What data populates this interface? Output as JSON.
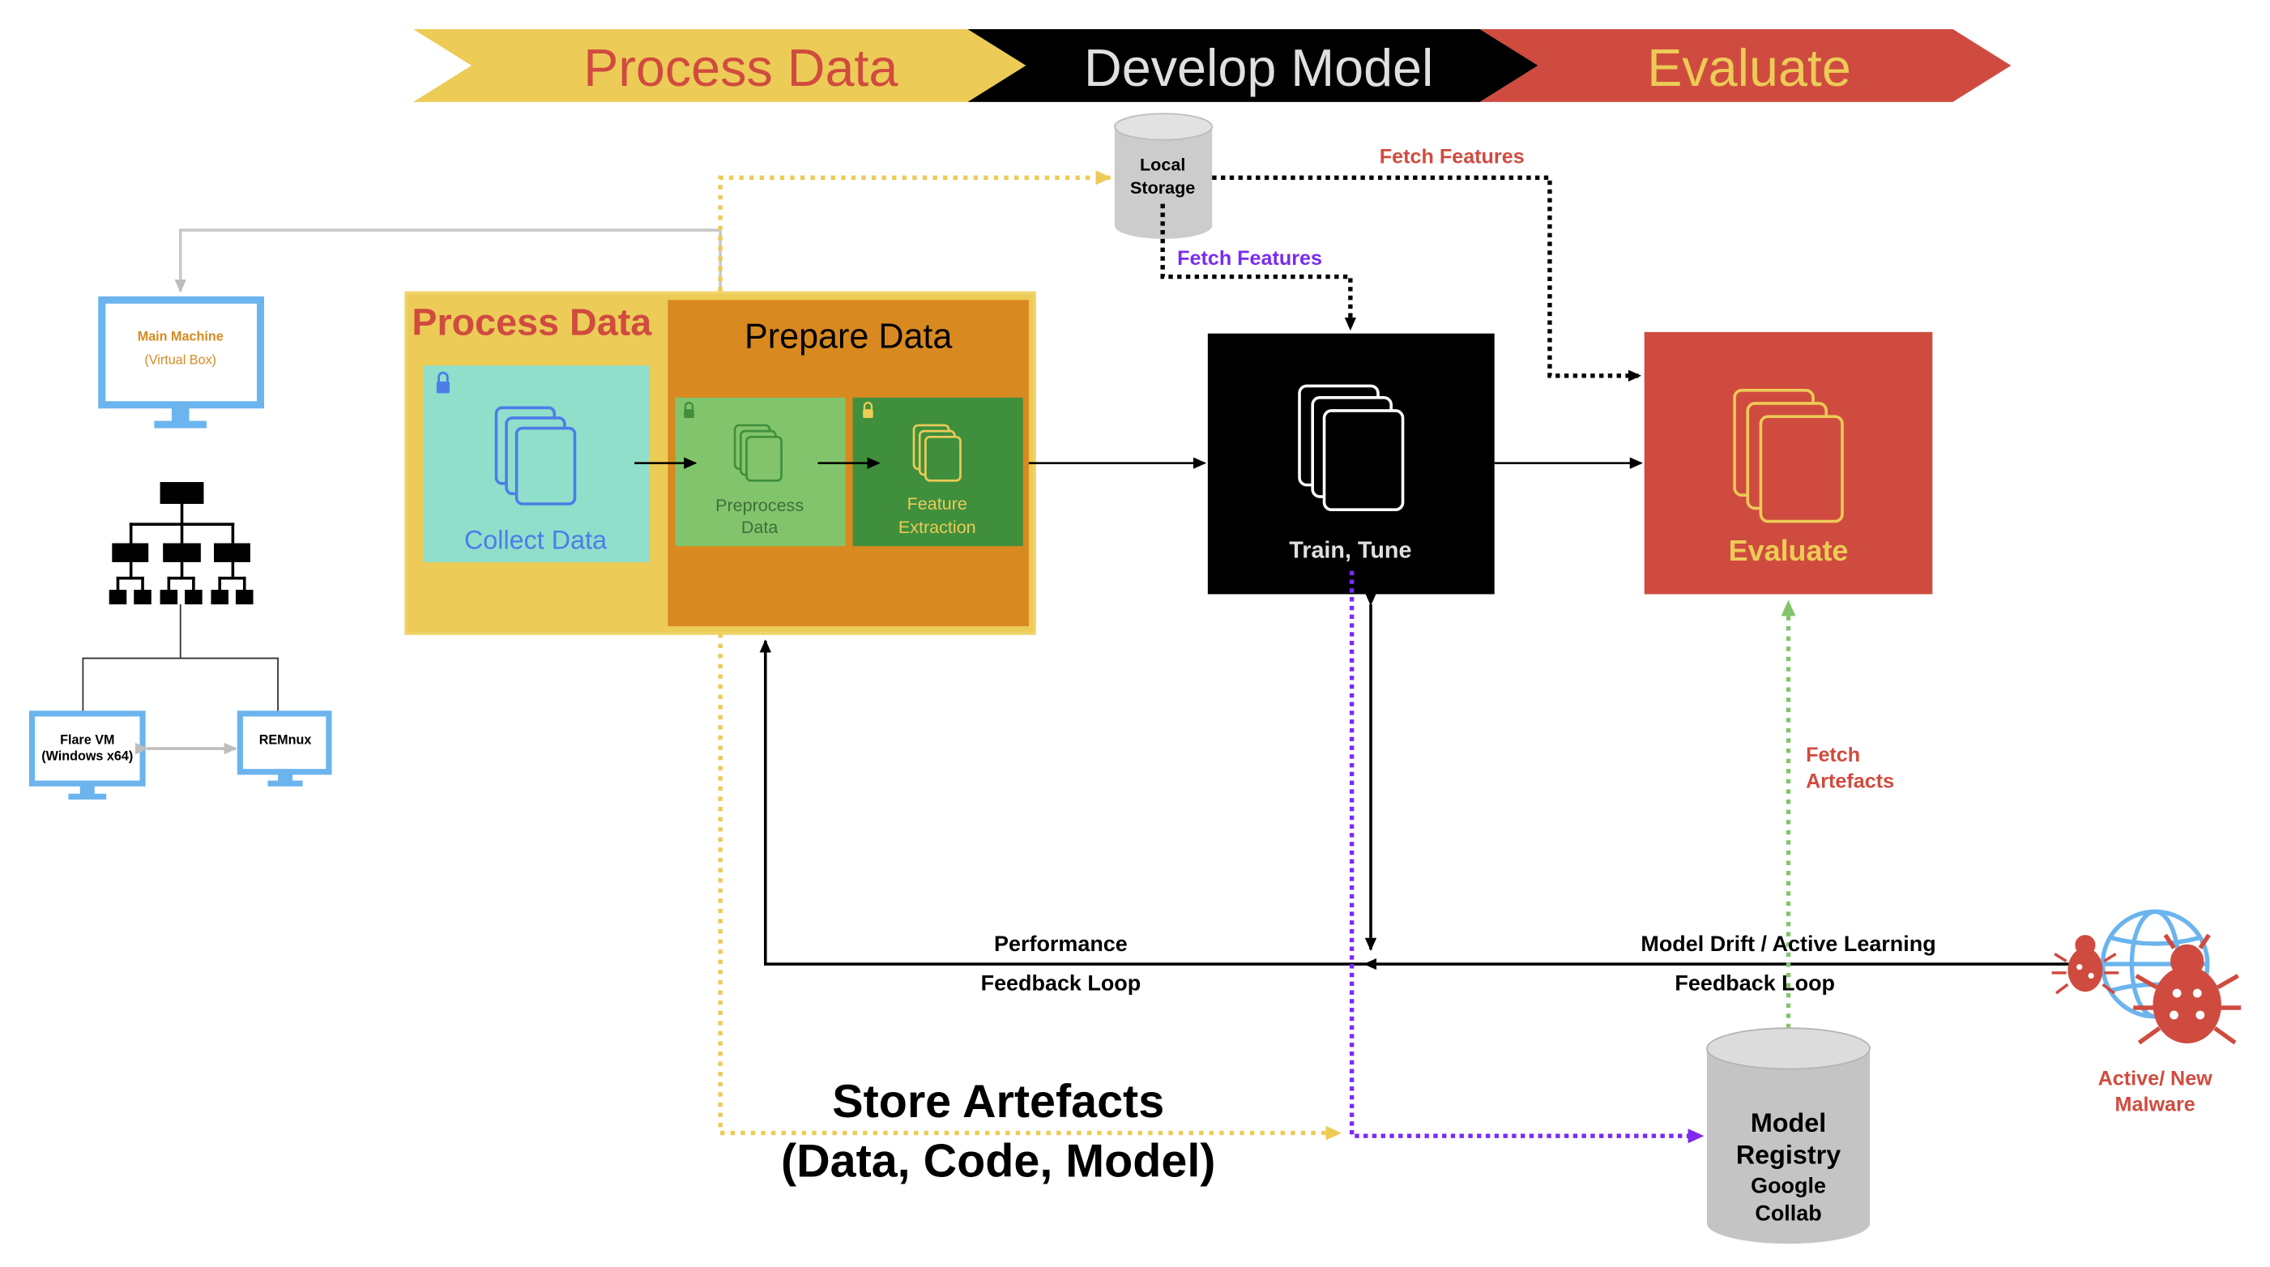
{
  "banner": {
    "process": "Process Data",
    "develop": "Develop Model",
    "evaluate": "Evaluate"
  },
  "local_storage": {
    "line1": "Local",
    "line2": "Storage"
  },
  "fetch_features_red": "Fetch Features",
  "fetch_features_purple": "Fetch Features",
  "host": {
    "main_machine": "Main Machine",
    "virtual_box": "(Virtual Box)",
    "flare_line1": "Flare VM",
    "flare_line2": "(Windows x64)",
    "remnux": "REMnux"
  },
  "process_box": {
    "title": "Process Data",
    "prepare_title": "Prepare Data",
    "collect": "Collect Data",
    "preprocess_line1": "Preprocess",
    "preprocess_line2": "Data",
    "feature_line1": "Feature",
    "feature_line2": "Extraction"
  },
  "train_label": "Train, Tune",
  "evaluate_label": "Evaluate",
  "fetch_artefacts": {
    "line1": "Fetch",
    "line2": "Artefacts"
  },
  "performance": {
    "line1": "Performance",
    "line2": "Feedback Loop"
  },
  "drift": {
    "line1": "Model Drift / Active Learning",
    "line2": "Feedback Loop"
  },
  "store": {
    "line1": "Store Artefacts",
    "line2": "(Data, Code, Model)"
  },
  "registry": {
    "line1": "Model",
    "line2": "Registry",
    "line3": "Google",
    "line4": "Collab"
  },
  "malware": {
    "line1": "Active/ New",
    "line2": "Malware"
  },
  "colors": {
    "yellow": "#ECCB57",
    "orange": "#D8891F",
    "red": "#D04B3F",
    "black": "#000000",
    "teal": "#8FDFCB",
    "light_green": "#82C46B",
    "dark_green": "#3F8F3C",
    "blue": "#6BB4EE",
    "purple": "#7A2CF0",
    "gray": "#C8C8C8"
  }
}
